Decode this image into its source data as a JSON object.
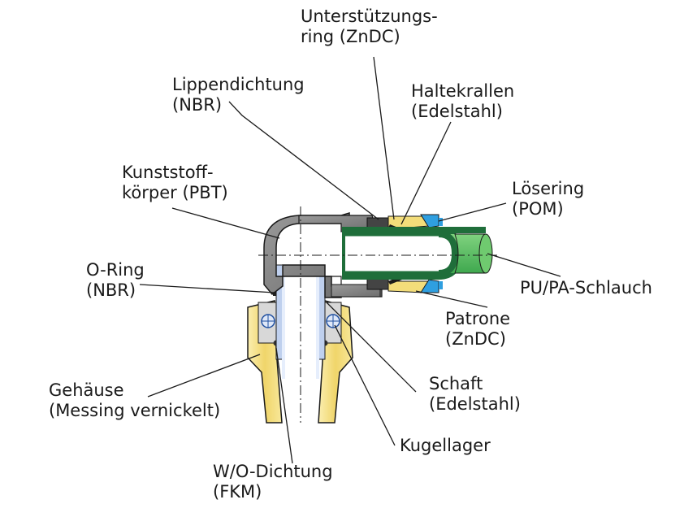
{
  "labels": {
    "unterstuetzungsring": {
      "line1": "Unterstützungs-",
      "line2": "ring (ZnDC)"
    },
    "lippendichtung": {
      "line1": "Lippendichtung",
      "line2": "(NBR)"
    },
    "haltekrallen": {
      "line1": "Haltekrallen",
      "line2": "(Edelstahl)"
    },
    "kunststoffkoerper": {
      "line1": "Kunststoff-",
      "line2": "körper (PBT)"
    },
    "loesering": {
      "line1": "Lösering",
      "line2": "(POM)"
    },
    "o_ring": {
      "line1": "O-Ring",
      "line2": "(NBR)"
    },
    "schlauch": {
      "line1": "PU/PA-Schlauch"
    },
    "patrone": {
      "line1": "Patrone",
      "line2": "(ZnDC)"
    },
    "gehaeuse": {
      "line1": "Gehäuse",
      "line2": "(Messing vernickelt)"
    },
    "schaft": {
      "line1": "Schaft",
      "line2": "(Edelstahl)"
    },
    "kugellager": {
      "line1": "Kugellager"
    },
    "wo_dichtung": {
      "line1": "W/O-Dichtung",
      "line2": "(FKM)"
    }
  },
  "colors": {
    "body_grey": "#8a8a8a",
    "housing_yellow": "#f5e08a",
    "hose_green": "#5fbf5f",
    "hose_dark_green": "#1f6e3a",
    "release_blue": "#2f9fe0",
    "shaft_blue": "#9fb8e0",
    "line": "#1a1a1a"
  }
}
